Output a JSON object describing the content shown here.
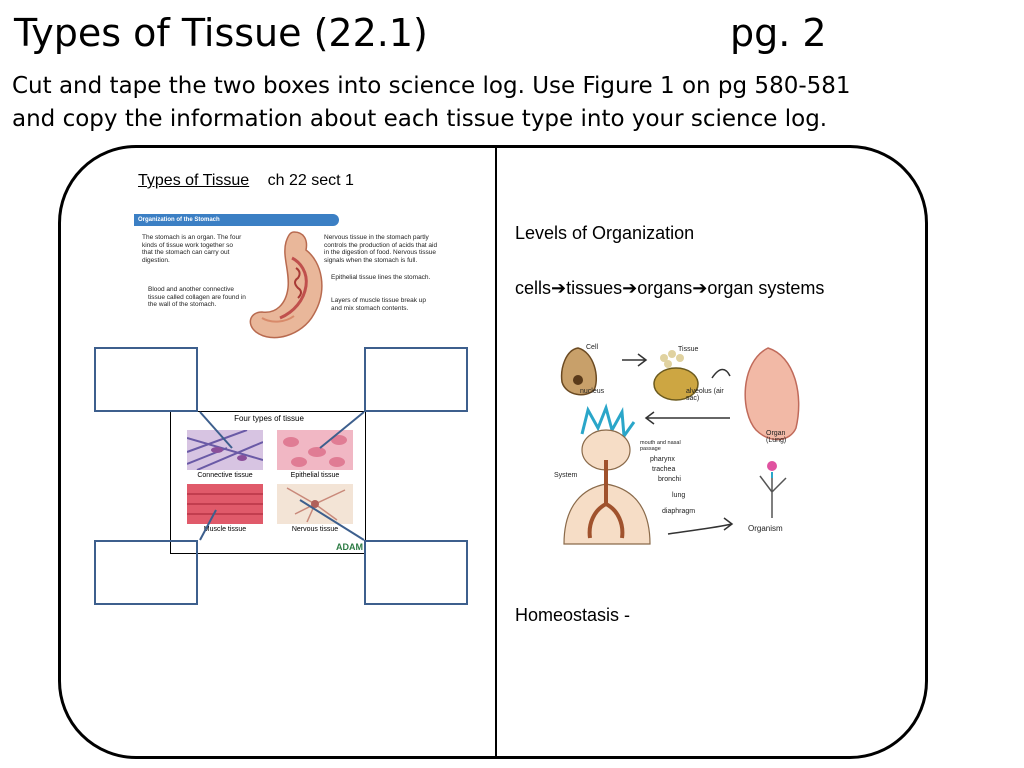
{
  "title": {
    "main": "Types of Tissue (22.1)",
    "page": "pg. 2"
  },
  "instructions": {
    "line1": "Cut and tape the two boxes into science log. Use Figure 1 on pg 580-581",
    "line2": "and copy the information about each tissue type into your science log."
  },
  "left_panel": {
    "heading": "Types of Tissue",
    "heading_ref": "ch 22 sect 1",
    "stomach_figure": {
      "bar_title": "Organization of the Stomach",
      "text_organ": "The stomach is an organ. The four kinds of tissue work together so that the stomach can carry out digestion.",
      "text_connective": "Blood and another connective tissue called collagen are found in the wall of the stomach.",
      "text_nervous": "Nervous tissue in the stomach partly controls the production of acids that aid in the digestion of food. Nervous tissue signals when the stomach is full.",
      "text_epithelial": "Epithelial tissue lines the stomach.",
      "text_muscle": "Layers of muscle tissue break up and mix stomach contents."
    },
    "tissue_figure": {
      "title": "Four types of tissue",
      "labels": {
        "connective": "Connective tissue",
        "epithelial": "Epithelial tissue",
        "muscle": "Muscle tissue",
        "nervous": "Nervous tissue"
      },
      "brand": "ADAM"
    }
  },
  "right_panel": {
    "levels_heading": "Levels of Organization",
    "levels": {
      "cells": "cells",
      "tissues": "tissues",
      "organs": "organs",
      "systems": "organ systems"
    },
    "arrow_glyph": "➔",
    "org_figure": {
      "cell": "Cell",
      "nucleus": "nucleus",
      "tissue": "Tissue",
      "alveolus": "alveolus (air sac)",
      "organ": "Organ (Lung)",
      "system": "System",
      "mouth": "mouth and nasal passage",
      "pharynx": "pharynx",
      "trachea": "trachea",
      "bronchi": "bronchi",
      "lung": "lung",
      "diaphragm": "diaphragm",
      "organism": "Organism"
    },
    "homeostasis": "Homeostasis -"
  },
  "colors": {
    "box_border": "#3d5f8d",
    "stomach_bar": "#3b7fc4",
    "hair": "#2aa6c9"
  }
}
